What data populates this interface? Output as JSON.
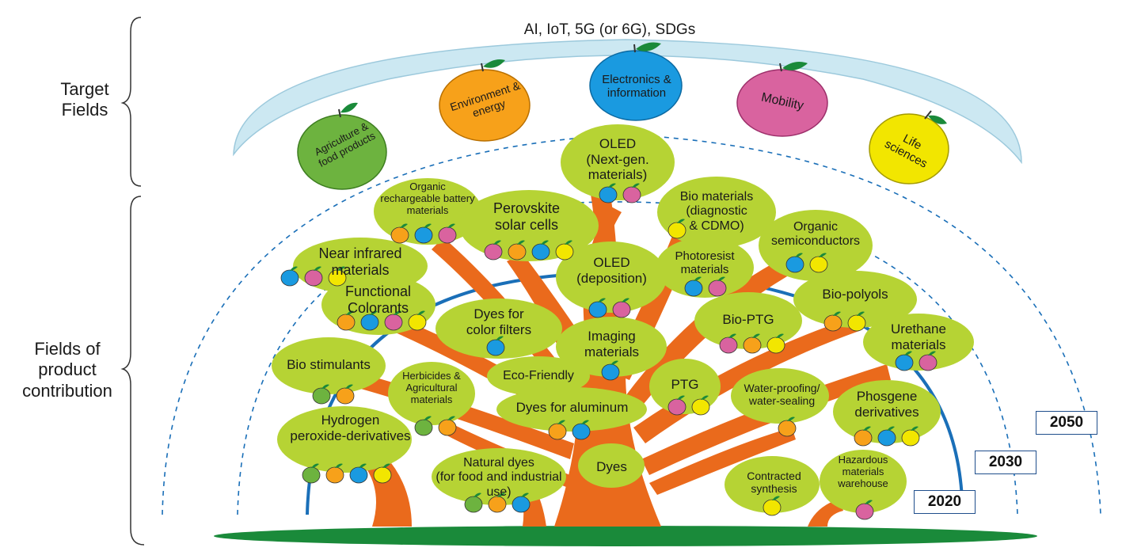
{
  "header": {
    "title": "AI, IoT, 5G (or 6G), SDGs"
  },
  "side_labels": {
    "target": "Target\nFields",
    "contribution": "Fields of\nproduct\ncontribution"
  },
  "years": [
    "2050",
    "2030",
    "2020"
  ],
  "colors": {
    "agriculture": "#6db33f",
    "environment": "#f7a11a",
    "electronics": "#1a9ae0",
    "mobility": "#d9639f",
    "life": "#f2e600",
    "leaf": "#b6d334",
    "branch": "#ea6a1c",
    "ground": "#1a8a3a",
    "arc": "#1a6fb8",
    "band": "#cce8f2"
  },
  "target_fields": [
    {
      "key": "agriculture",
      "label": "Agriculture &\nfood products"
    },
    {
      "key": "environment",
      "label": "Environment &\nenergy"
    },
    {
      "key": "electronics",
      "label": "Electronics &\ninformation"
    },
    {
      "key": "mobility",
      "label": "Mobility"
    },
    {
      "key": "life",
      "label": "Life\nsciences"
    }
  ],
  "products": [
    {
      "label": "OLED\n(Next-gen.\nmaterials)",
      "fields": [
        "electronics",
        "mobility"
      ]
    },
    {
      "label": "Organic\nrechargeable battery\nmaterials",
      "fields": [
        "environment",
        "electronics",
        "mobility"
      ]
    },
    {
      "label": "Perovskite\nsolar cells",
      "fields": [
        "mobility",
        "environment",
        "electronics",
        "life"
      ]
    },
    {
      "label": "Bio materials\n(diagnostic\n& CDMO)",
      "fields": [
        "life"
      ]
    },
    {
      "label": "Organic\nsemiconductors",
      "fields": [
        "electronics",
        "life"
      ]
    },
    {
      "label": "Near infrared\nmaterials",
      "fields": [
        "electronics",
        "mobility",
        "life"
      ]
    },
    {
      "label": "OLED\n(deposition)",
      "fields": [
        "electronics",
        "mobility"
      ]
    },
    {
      "label": "Photoresist\nmaterials",
      "fields": [
        "electronics",
        "mobility"
      ]
    },
    {
      "label": "Functional\nColorants",
      "fields": [
        "environment",
        "electronics",
        "mobility",
        "life"
      ]
    },
    {
      "label": "Bio-polyols",
      "fields": [
        "environment",
        "life"
      ]
    },
    {
      "label": "Dyes for\ncolor filters",
      "fields": [
        "electronics"
      ]
    },
    {
      "label": "Bio-PTG",
      "fields": [
        "mobility",
        "environment",
        "life"
      ]
    },
    {
      "label": "Imaging\nmaterials",
      "fields": [
        "electronics"
      ]
    },
    {
      "label": "Urethane\nmaterials",
      "fields": [
        "electronics",
        "mobility"
      ]
    },
    {
      "label": "Bio stimulants",
      "fields": [
        "agriculture",
        "environment"
      ]
    },
    {
      "label": "Eco-Friendly",
      "fields": []
    },
    {
      "label": "Herbicides &\nAgricultural\nmaterials",
      "fields": [
        "agriculture",
        "environment"
      ]
    },
    {
      "label": "PTG",
      "fields": [
        "mobility",
        "life"
      ]
    },
    {
      "label": "Water-proofing/\nwater-sealing",
      "fields": [
        "environment"
      ]
    },
    {
      "label": "Dyes for aluminum",
      "fields": [
        "environment",
        "electronics"
      ]
    },
    {
      "label": "Phosgene\nderivatives",
      "fields": [
        "environment",
        "electronics",
        "life"
      ]
    },
    {
      "label": "Hydrogen\nperoxide-derivatives",
      "fields": [
        "agriculture",
        "environment",
        "electronics",
        "life"
      ]
    },
    {
      "label": "Natural dyes\n(for food and industrial use)",
      "fields": [
        "agriculture",
        "environment",
        "electronics"
      ]
    },
    {
      "label": "Dyes",
      "fields": []
    },
    {
      "label": "Contracted\nsynthesis",
      "fields": [
        "life"
      ]
    },
    {
      "label": "Hazardous\nmaterials\nwarehouse",
      "fields": [
        "mobility"
      ]
    }
  ]
}
